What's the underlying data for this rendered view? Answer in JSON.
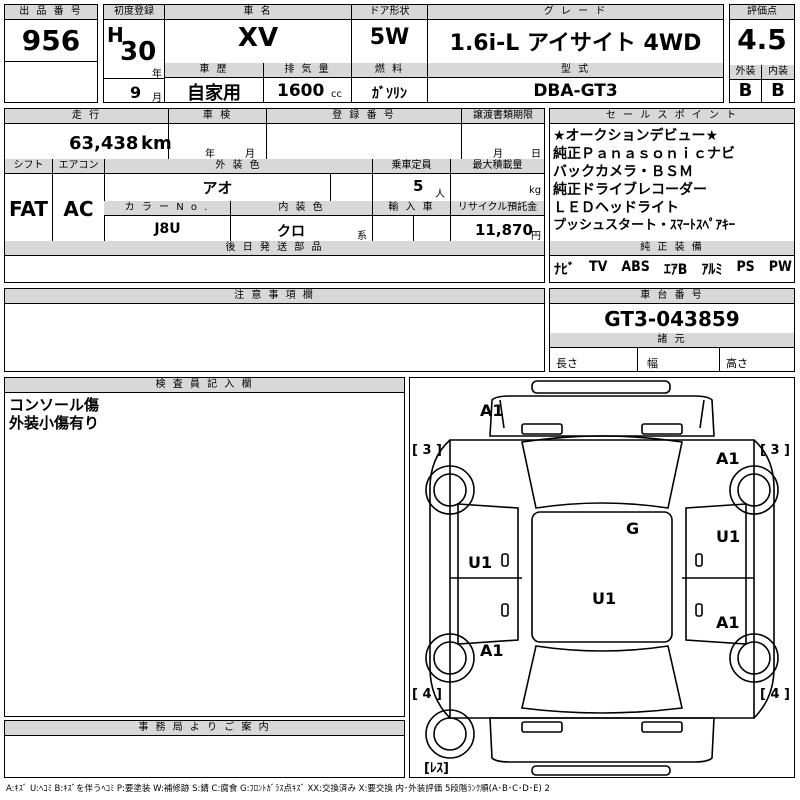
{
  "header": {
    "lot_label": "出 品 番 号",
    "lot_no": "956",
    "first_reg_label": "初度登録",
    "era": "H",
    "year": "30",
    "year_unit": "年",
    "month": "9",
    "month_unit": "月",
    "car_name_label": "車 名",
    "car_name": "XV",
    "door_label": "ドア形状",
    "door": "5W",
    "grade_label": "グ レ ー ド",
    "grade": "1.6i-L アイサイト 4WD",
    "score_label": "評価点",
    "score": "4.5",
    "history_label": "車 歴",
    "history": "自家用",
    "displacement_label": "排 気 量",
    "displacement": "1600",
    "displacement_unit": "cc",
    "fuel_label": "燃 料",
    "fuel": "ｶﾞｿﾘﾝ",
    "model_label": "型 式",
    "model": "DBA-GT3",
    "exterior_label": "外装",
    "exterior": "B",
    "interior_label": "内装",
    "interior": "B"
  },
  "row2": {
    "mileage_label": "走 行",
    "mileage": "63,438",
    "mileage_unit": "km",
    "inspection_label": "車 検",
    "insp_year_unit": "年",
    "insp_month_unit": "月",
    "regno_label": "登 録 番 号",
    "transfer_label": "譲渡書類期限",
    "transfer_month_unit": "月",
    "transfer_day_unit": "日",
    "shift_label": "シフト",
    "shift": "FAT",
    "ac_label": "エアコン",
    "ac": "AC",
    "color_label": "外 装 色",
    "color": "アオ",
    "capacity_label": "乗車定員",
    "capacity": "5",
    "capacity_unit": "人",
    "load_label": "最大積載量",
    "load_unit": "kg",
    "color_no_label": "カ ラ ー N o .",
    "color_no": "J8U",
    "int_color_label": "内 装 色",
    "int_color": "クロ",
    "int_color_unit": "系",
    "import_label": "輸 入 車",
    "recycle_label": "リサイクル預託金",
    "recycle": "11,870",
    "recycle_unit": "円",
    "later_parts_label": "後 日 発 送 部 品"
  },
  "sales": {
    "label": "セ ー ル ス ポ イ ン ト",
    "points": [
      "★オークションデビュー★",
      "純正Ｐａｎａｓｏｎｉｃナビ",
      "バックカメラ・ＢＳＭ",
      "純正ドライブレコーダー",
      "ＬＥＤヘッドライト",
      "プッシュスタート・ｽﾏｰﾄｽﾍﾟｱｷｰ"
    ],
    "equip_label": "純 正 装 備",
    "equipment": [
      "ﾅﾋﾞ",
      "TV",
      "ABS",
      "ｴｱB",
      "ｱﾙﾐ",
      "PS",
      "PW"
    ]
  },
  "notes": {
    "label": "注 意 事 項 欄"
  },
  "chassis": {
    "label": "車 台 番 号",
    "number": "GT3-043859",
    "dims_label": "諸 元",
    "length_label": "長さ",
    "width_label": "幅",
    "height_label": "高さ"
  },
  "inspector": {
    "label": "検 査 員 記 入 欄",
    "lines": [
      "コンソール傷",
      "外装小傷有り"
    ]
  },
  "office": {
    "label": "事 務 局 よ り ご 案 内"
  },
  "legend": "A:ｷｽﾞ U:ﾍｺﾐ B:ｷｽﾞを伴うﾍｺﾐ P:要塗装 W:補修跡 S:錆 C:腐食 G:ﾌﾛﾝﾄｶﾞﾗｽ点ｷｽﾞ XX:交換済み X:要交換 内･外装評価 5段階ﾗﾝｸ順(A･B･C･D･E) 2",
  "diagram": {
    "marks": [
      "A1",
      "A1",
      "G",
      "U1",
      "U1",
      "U1",
      "A1",
      "A1"
    ],
    "tyre_tags": [
      "[ 3 ]",
      "[ 3 ]",
      "[ 4 ]",
      "[ 4 ]",
      "[ﾚｽ]"
    ]
  }
}
